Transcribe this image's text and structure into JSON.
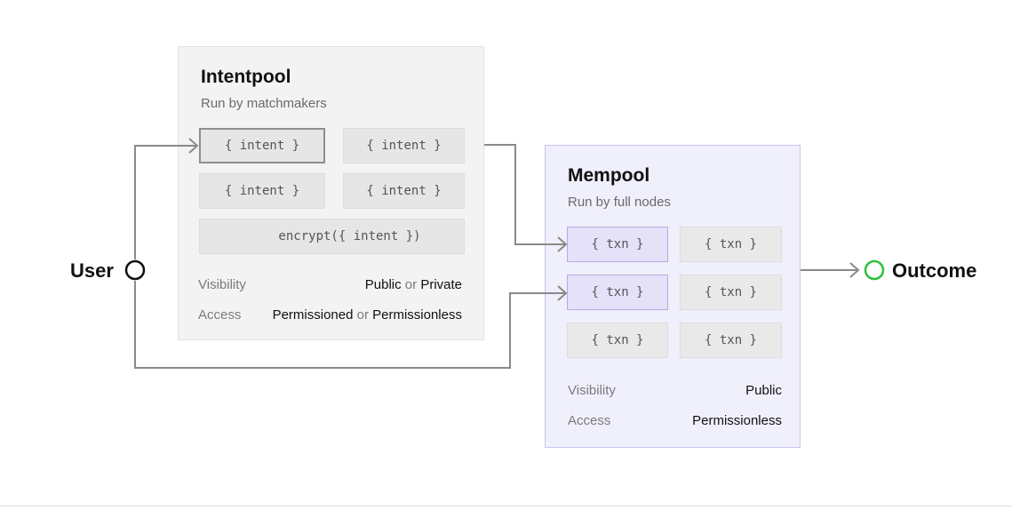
{
  "user_label": "User",
  "outcome_label": "Outcome",
  "intentpool": {
    "title": "Intentpool",
    "subtitle": "Run by matchmakers",
    "chips": [
      "{ intent }",
      "{ intent }",
      "{ intent }",
      "{ intent }"
    ],
    "encrypt": "encrypt({ intent })",
    "visibility_label": "Visibility",
    "visibility_a": "Public",
    "visibility_or": "or",
    "visibility_b": "Private",
    "access_label": "Access",
    "access_a": "Permissioned",
    "access_or": "or",
    "access_b": "Permissionless"
  },
  "mempool": {
    "title": "Mempool",
    "subtitle": "Run by full nodes",
    "chips": [
      "{ txn }",
      "{ txn }",
      "{ txn }",
      "{ txn }",
      "{ txn }",
      "{ txn }"
    ],
    "visibility_label": "Visibility",
    "visibility_value": "Public",
    "access_label": "Access",
    "access_value": "Permissionless"
  },
  "colors": {
    "wire": "#8a8a8a",
    "outcome_ring": "#2fbf3a",
    "user_ring": "#111111",
    "mempool_bg": "#f0effc",
    "intentpool_bg": "#f3f3f3"
  }
}
